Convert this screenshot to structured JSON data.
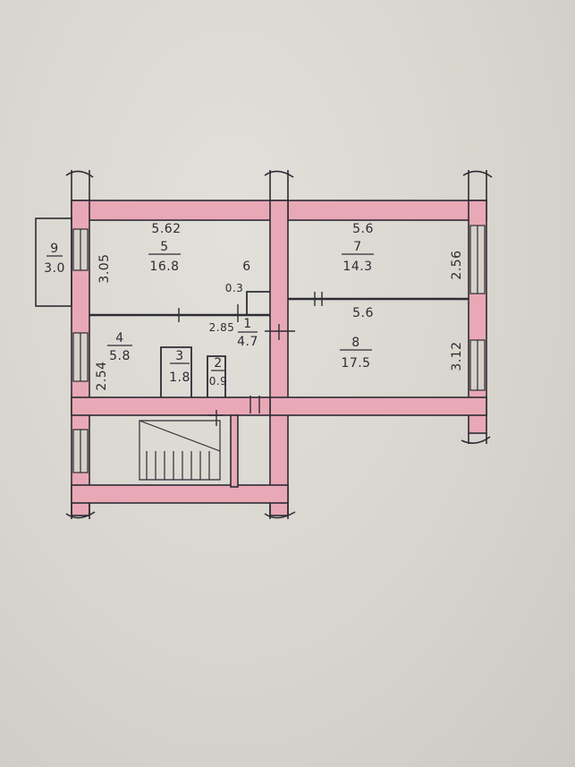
{
  "plan": {
    "rooms": [
      {
        "number": "1",
        "area": "4.7"
      },
      {
        "number": "2",
        "area": "0.9"
      },
      {
        "number": "3",
        "area": "1.8"
      },
      {
        "number": "4",
        "area": "5.8"
      },
      {
        "number": "5",
        "area": "16.8"
      },
      {
        "number": "6",
        "area": "0.3"
      },
      {
        "number": "7",
        "area": "14.3"
      },
      {
        "number": "8",
        "area": "17.5"
      },
      {
        "number": "9",
        "area": "3.0"
      }
    ],
    "dimensions": {
      "room5_width": "5.62",
      "room5_height": "3.05",
      "room7_width_top": "5.6",
      "room7_height": "2.56",
      "room8_width_top": "5.6",
      "room8_height": "3.12",
      "room4_height": "2.54",
      "corridor_width": "2.85"
    },
    "colors": {
      "wall_fill": "#e9a8b6",
      "ink": "#2c2c34",
      "paper": "#dcd9d2"
    }
  }
}
